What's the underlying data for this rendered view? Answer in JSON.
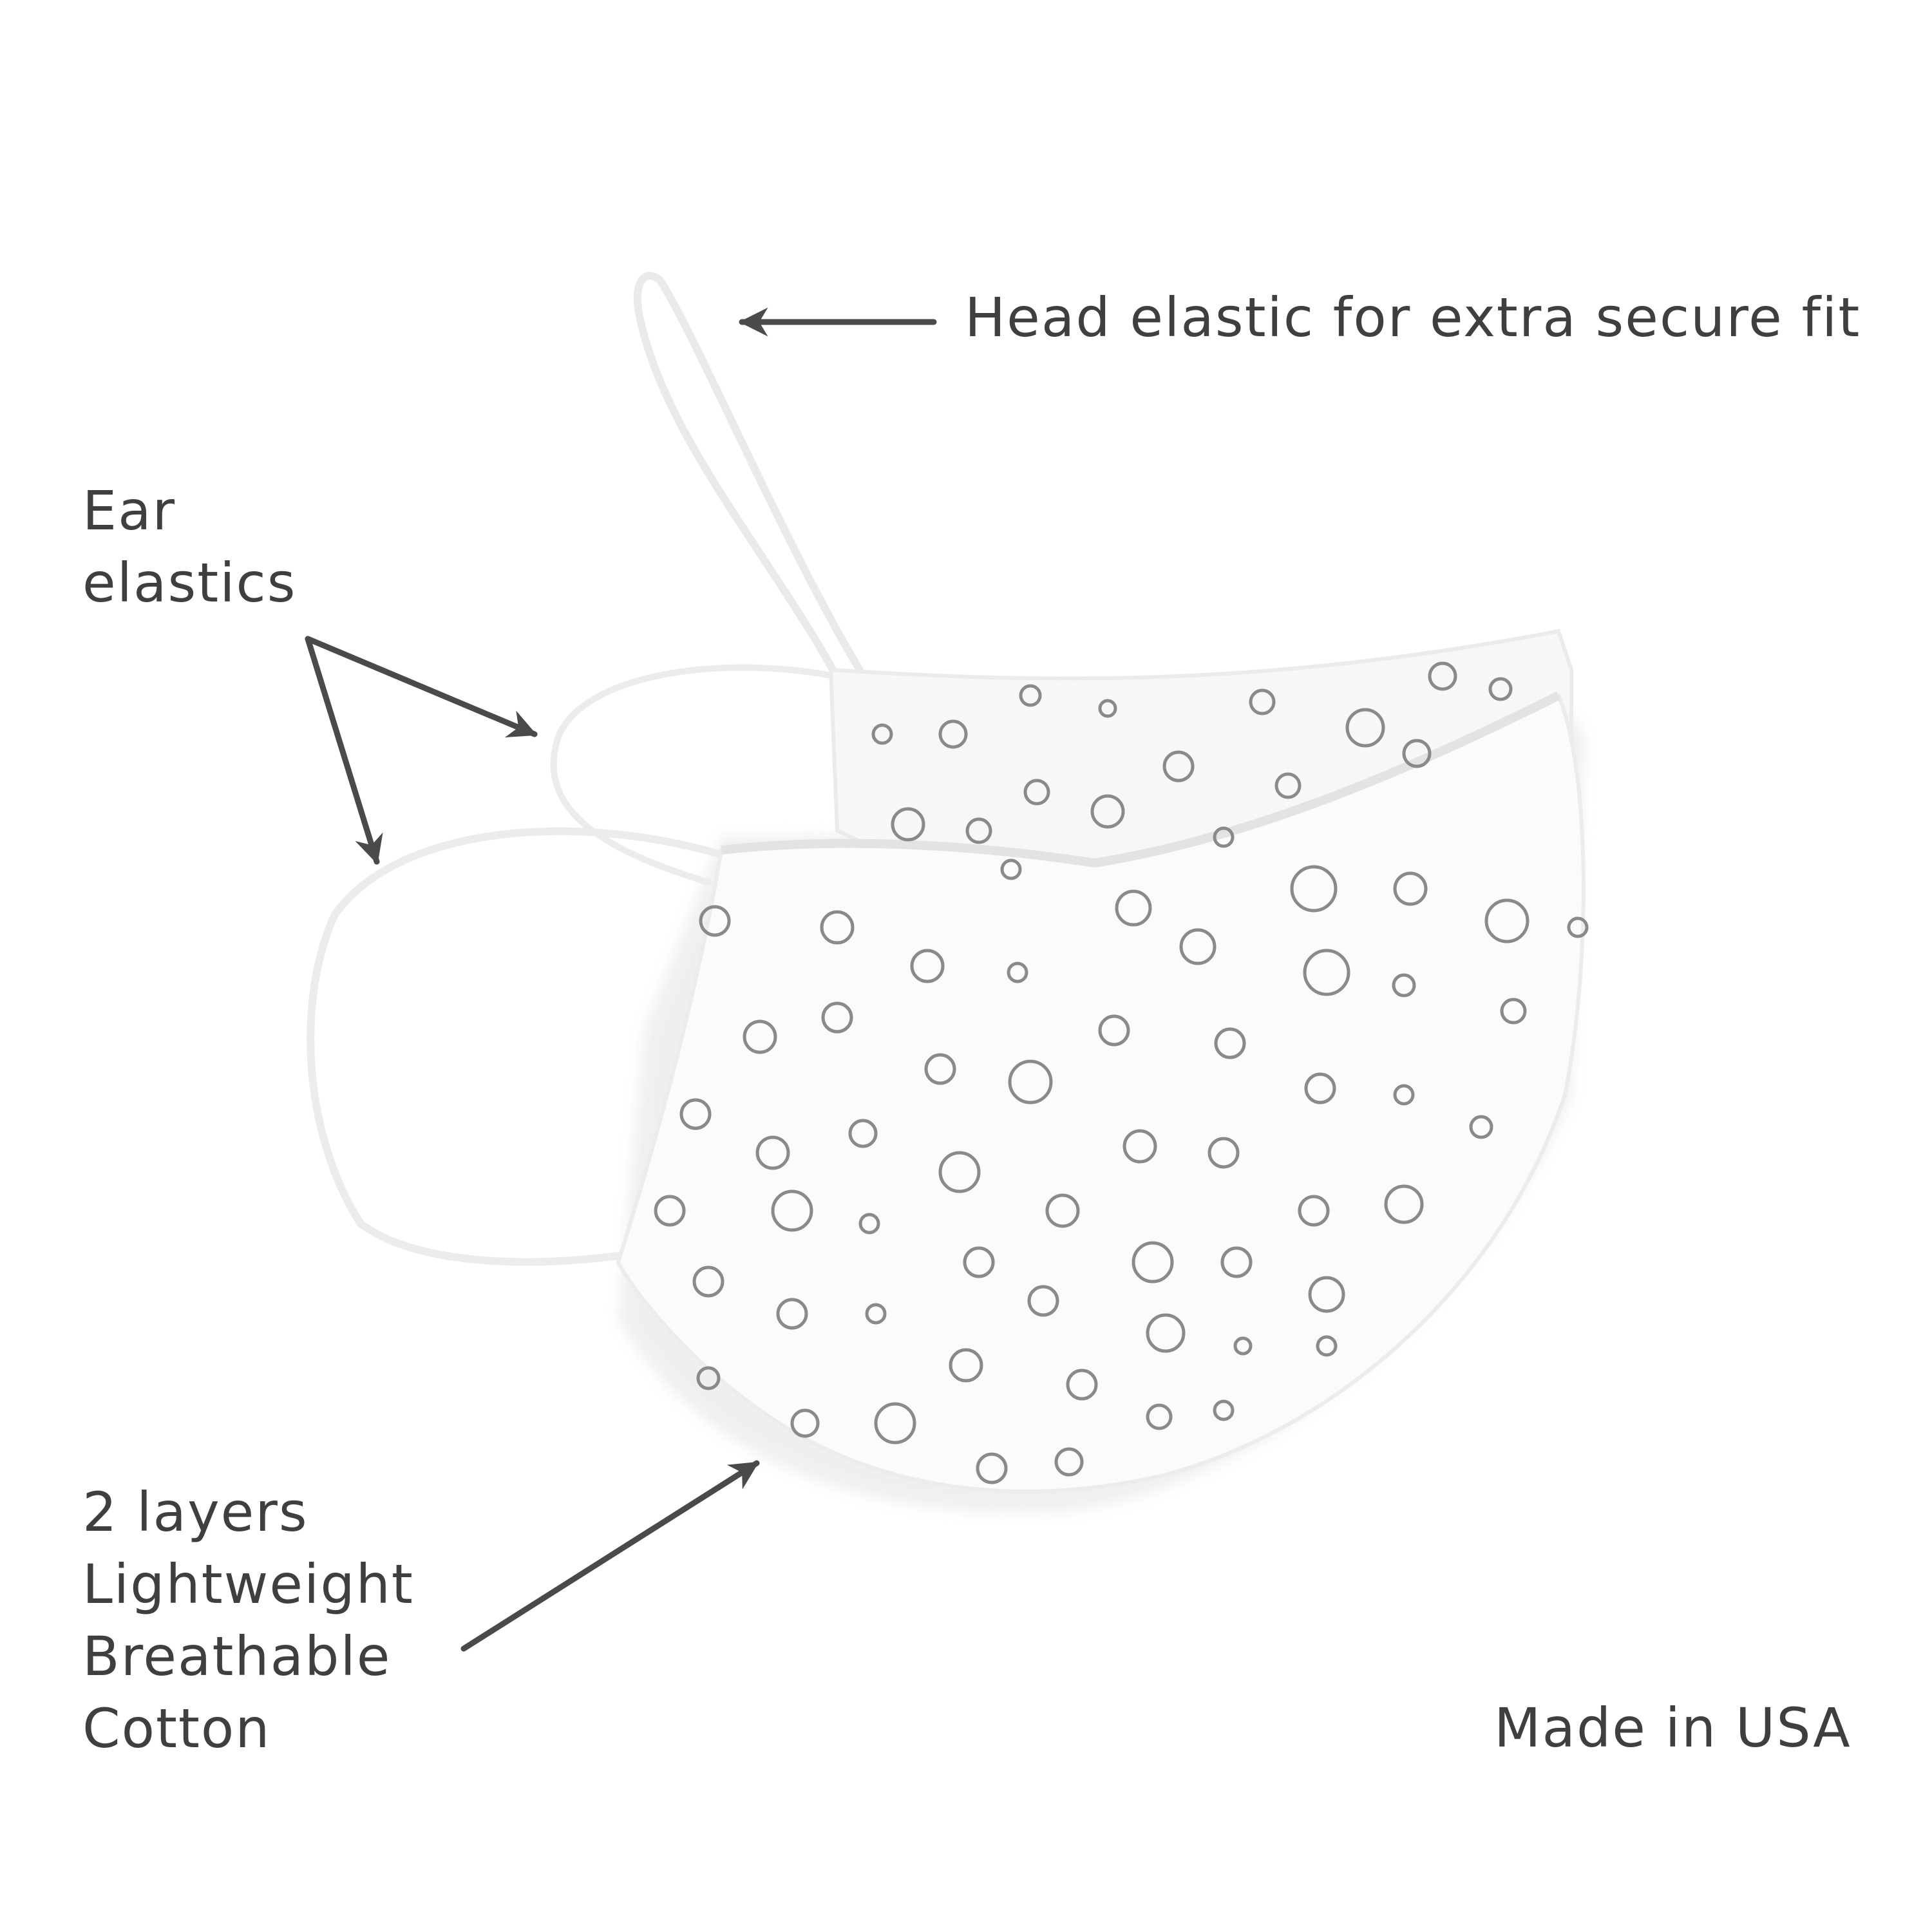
{
  "annotations": {
    "head_elastic": "Head elastic for extra secure fit",
    "ear_elastics": [
      "Ear",
      "elastics"
    ],
    "fabric": [
      "2 layers",
      "Lightweight",
      "Breathable",
      "Cotton"
    ],
    "origin": "Made in USA"
  },
  "colors": {
    "text": "#3f3f3f",
    "arrow": "#4a4a4a",
    "fabric": "#fbfbfb",
    "dots": "#8a8a8a",
    "elastic": "#eeeeee"
  },
  "icons": [
    "face-mask-illustration",
    "arrow-icon"
  ]
}
